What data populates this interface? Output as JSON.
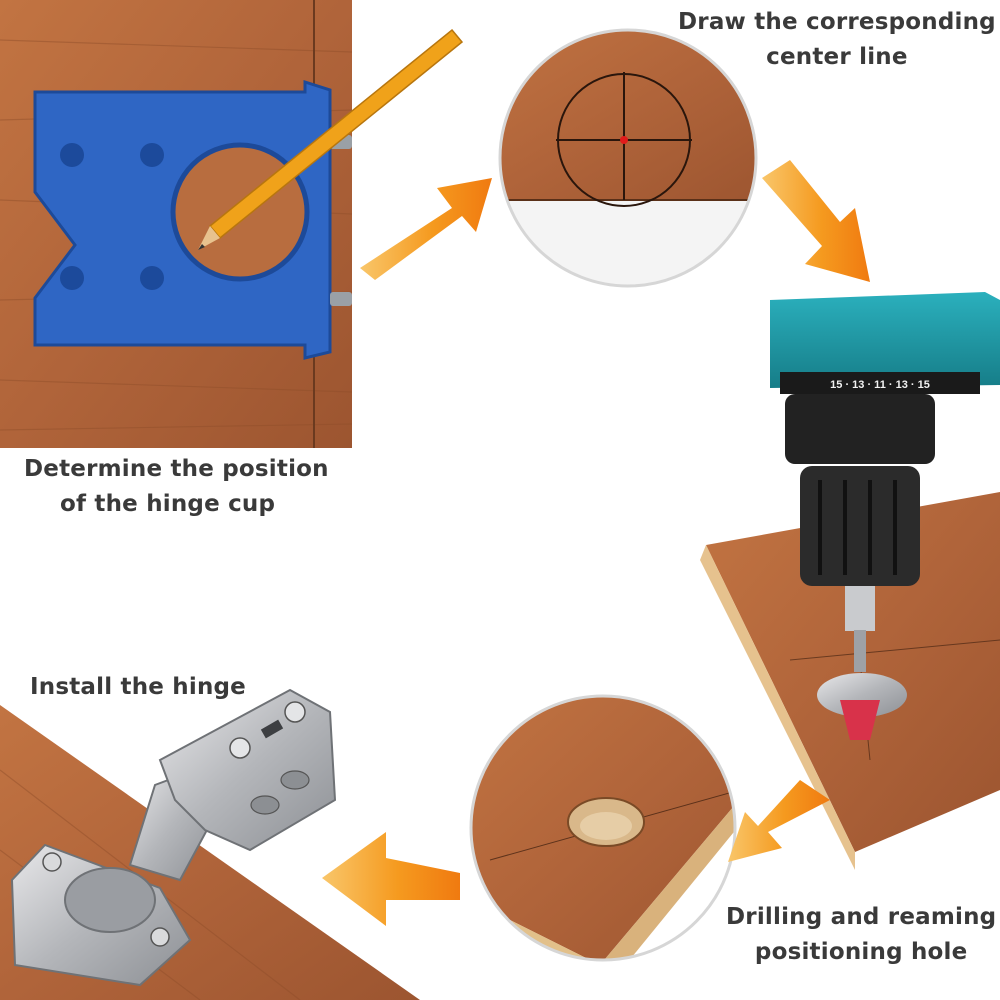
{
  "steps": [
    {
      "line1": "Determine the position",
      "line2": "of the hinge cup"
    },
    {
      "line1": "Draw the corresponding",
      "line2": "center line"
    },
    {
      "line1": "Drilling and reaming",
      "line2": "positioning hole"
    },
    {
      "line1": "Install the hinge",
      "line2": ""
    }
  ],
  "drill": {
    "clutch_markings": "15 · 13 · 11 · 13 · 15"
  },
  "colors": {
    "wood": "#b5683a",
    "wood_dark": "#8f4e2a",
    "jig_blue": "#2f66c4",
    "arrow_orange": "#f39a1e",
    "drill_teal": "#1f98a4",
    "center_mark": "#e01b1b",
    "caption_text": "#3a3a3a"
  }
}
